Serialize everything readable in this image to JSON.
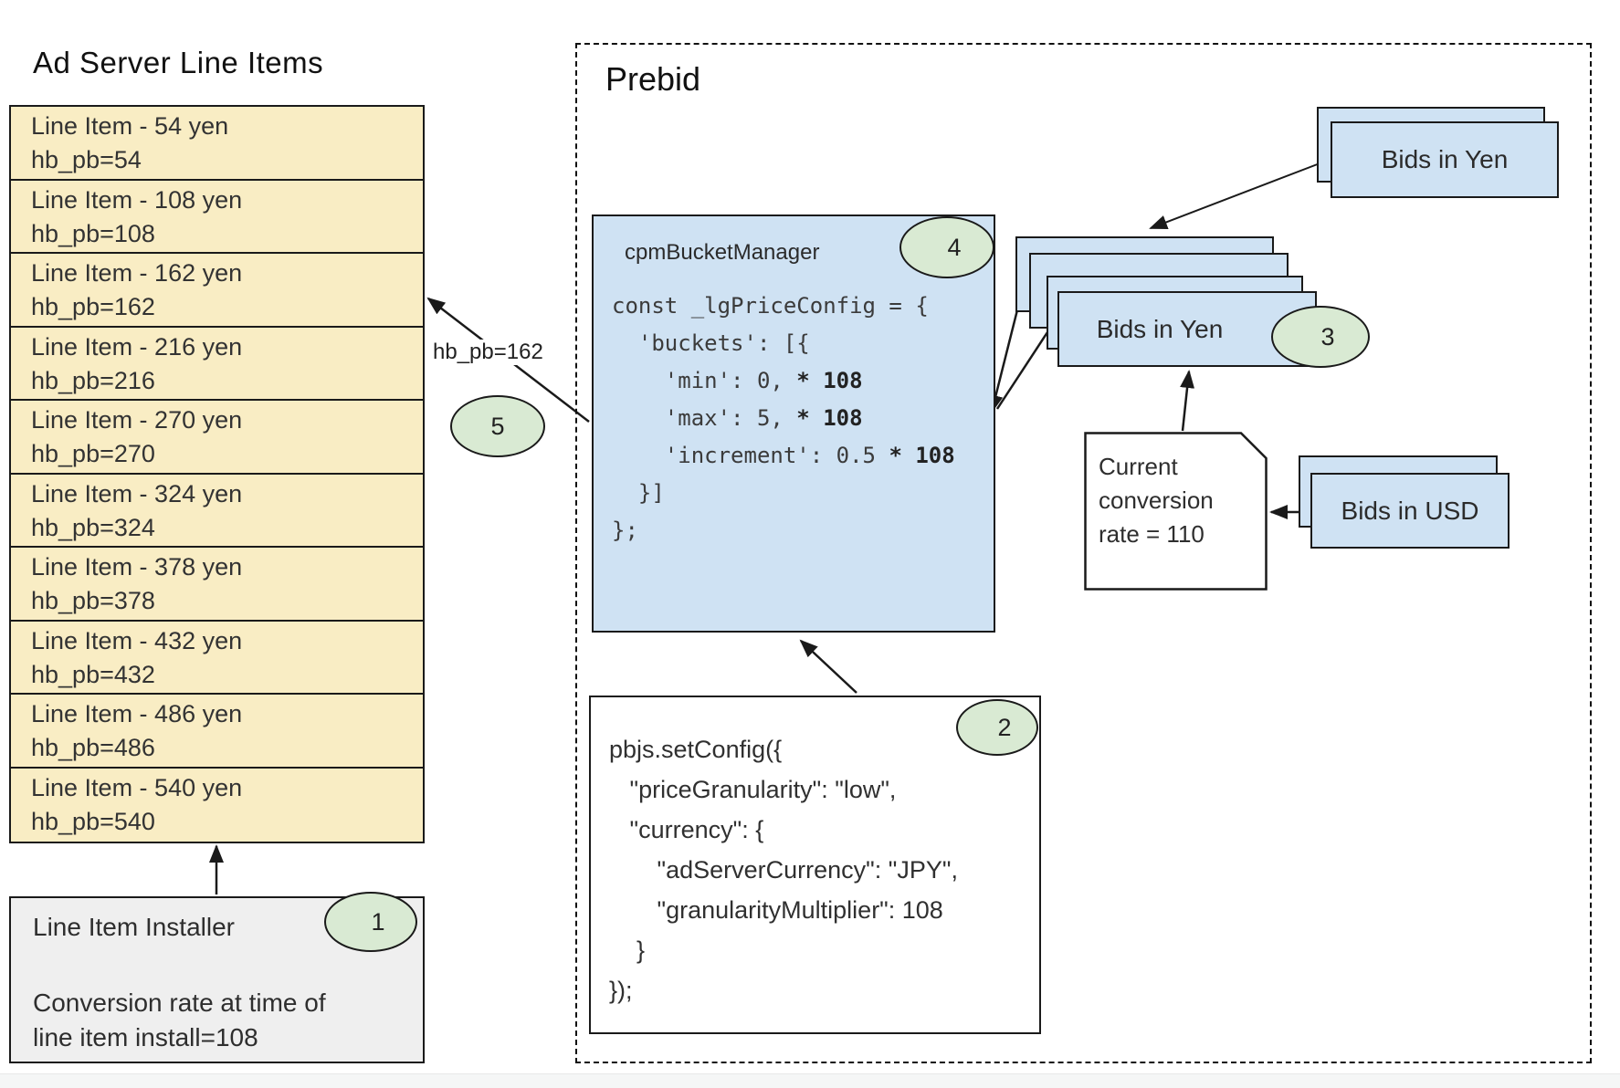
{
  "ad_server": {
    "title": "Ad Server Line Items",
    "line_items": [
      {
        "name": "Line Item - 54 yen",
        "kv": "hb_pb=54"
      },
      {
        "name": "Line Item - 108 yen",
        "kv": "hb_pb=108"
      },
      {
        "name": "Line Item - 162 yen",
        "kv": "hb_pb=162"
      },
      {
        "name": "Line Item - 216 yen",
        "kv": "hb_pb=216"
      },
      {
        "name": "Line Item - 270 yen",
        "kv": "hb_pb=270"
      },
      {
        "name": "Line Item - 324 yen",
        "kv": "hb_pb=324"
      },
      {
        "name": "Line Item - 378 yen",
        "kv": "hb_pb=378"
      },
      {
        "name": "Line Item - 432 yen",
        "kv": "hb_pb=432"
      },
      {
        "name": "Line Item - 486 yen",
        "kv": "hb_pb=486"
      },
      {
        "name": "Line Item - 540 yen",
        "kv": "hb_pb=540"
      }
    ],
    "installer": {
      "title": "Line Item Installer",
      "badge": "1",
      "note_line1": "Conversion rate at time of",
      "note_line2": "line item install=108"
    }
  },
  "prebid": {
    "title": "Prebid",
    "cpm": {
      "title": "cpmBucketManager",
      "badge": "4",
      "code": [
        {
          "t": "const _lgPriceConfig = {"
        },
        {
          "t": "  'buckets': [{"
        },
        {
          "t": "    'min': 0, ",
          "b": "* 108"
        },
        {
          "t": "    'max': 5, ",
          "b": "* 108"
        },
        {
          "t": "    'increment': 0.5 ",
          "b": "* 108"
        },
        {
          "t": "  }]"
        },
        {
          "t": "};"
        }
      ]
    },
    "config": {
      "badge": "2",
      "code": [
        "pbjs.setConfig({",
        "   \"priceGranularity\": \"low\",",
        "   \"currency\": {",
        "       \"adServerCurrency\": \"JPY\",",
        "       \"granularityMultiplier\": 108",
        "    }",
        "});"
      ]
    },
    "bids_yen_top": "Bids in Yen",
    "bids_yen_stack": {
      "label": "Bids in Yen",
      "badge": "3"
    },
    "bids_usd": "Bids in USD",
    "note": {
      "line1": "Current",
      "line2": "conversion",
      "line3": "rate = 110"
    },
    "hb_pb_label": "hb_pb=162",
    "badge5": "5"
  },
  "colors": {
    "yellow": "#f9edc4",
    "blue": "#cfe2f3",
    "green": "#d9ead3",
    "gray": "#efefef",
    "line": "#1a1a1a"
  }
}
